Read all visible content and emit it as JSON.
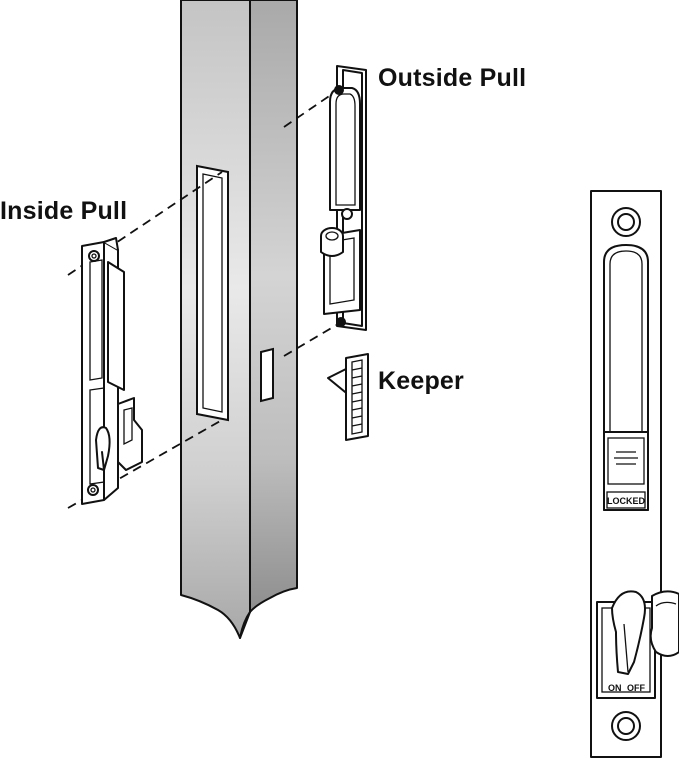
{
  "labels": {
    "outside_pull": "Outside Pull",
    "inside_pull": "Inside Pull",
    "keeper": "Keeper",
    "locked": "LOCKED",
    "on": "ON",
    "off": "OFF"
  },
  "colors": {
    "line": "#111111",
    "frame_light": "#dcdcdc",
    "frame_mid": "#b9b9b9",
    "frame_dark": "#8c8c8c",
    "background": "#ffffff"
  }
}
